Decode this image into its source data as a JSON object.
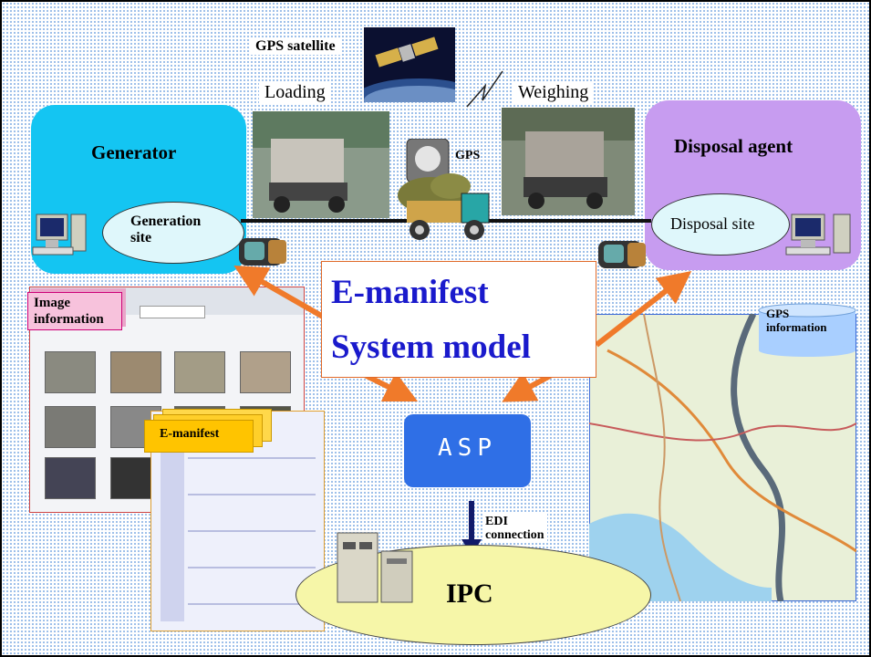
{
  "title": {
    "line1": "E-manifest",
    "line2": "System model"
  },
  "satellite": {
    "label": "GPS satellite"
  },
  "photos": {
    "loading_label": "Loading",
    "weighing_label": "Weighing"
  },
  "truck": {
    "gps_label": "GPS"
  },
  "generator": {
    "title": "Generator",
    "site_line1": "Generation",
    "site_line2": "site"
  },
  "disposal": {
    "title": "Disposal agent",
    "site": "Disposal site"
  },
  "image_info": {
    "line1": "Image",
    "line2": "information"
  },
  "emanifest_stack": {
    "label": "E-manifest"
  },
  "asp": {
    "label": "ASP"
  },
  "edi": {
    "line1": "EDI",
    "line2": "connection"
  },
  "ipc": {
    "label": "IPC"
  },
  "gps_info": {
    "line1": "GPS",
    "line2": "information"
  },
  "colors": {
    "generator": "#14c5f2",
    "disposal": "#c79cf0",
    "title_text": "#1a1acc",
    "asp": "#2f6fe6",
    "arrow": "#f07a2a",
    "ipc": "#f6f6a8"
  }
}
